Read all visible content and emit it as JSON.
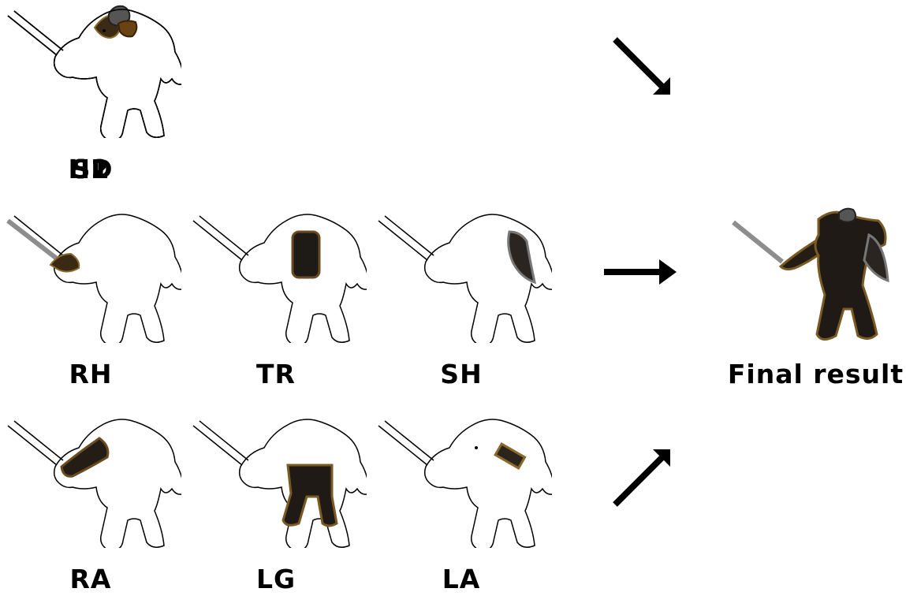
{
  "parts": [
    {
      "id": "s1",
      "label": "S1",
      "piece": "shoulder-left"
    },
    {
      "id": "hd",
      "label": "HD",
      "piece": "head"
    },
    {
      "id": "s2",
      "label": "S2",
      "piece": "shoulder-right"
    },
    {
      "id": "rh",
      "label": "RH",
      "piece": "right-hand-sword"
    },
    {
      "id": "tr",
      "label": "TR",
      "piece": "torso"
    },
    {
      "id": "sh",
      "label": "SH",
      "piece": "shield"
    },
    {
      "id": "ra",
      "label": "RA",
      "piece": "right-arm"
    },
    {
      "id": "lg",
      "label": "LG",
      "piece": "legs"
    },
    {
      "id": "la",
      "label": "LA",
      "piece": "left-arm"
    }
  ],
  "final": {
    "label": "Final result"
  },
  "colors": {
    "outline": "#000000",
    "armor_dark": "#2a241c",
    "armor_gold": "#8a6a2c",
    "metal": "#8d8d8d"
  },
  "arrows": [
    "arrow-down-right",
    "arrow-right",
    "arrow-up-right"
  ]
}
